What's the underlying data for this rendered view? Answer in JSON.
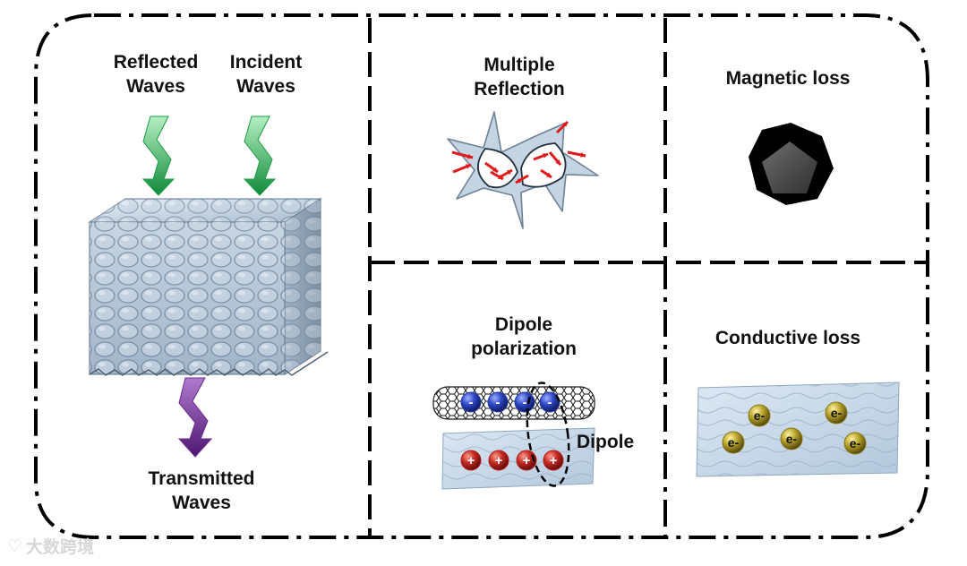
{
  "colors": {
    "border": "#000000",
    "arrow_green": "#1a9d45",
    "arrow_purple": "#6a2b8c",
    "foam": "#b4c8d8",
    "red_arrow": "#e01a1a",
    "electron": "#8a7a16",
    "dipole_neg": "#243aa8",
    "dipole_pos": "#b81e1e"
  },
  "panel_absorber": {
    "reflected_line1": "Reflected",
    "reflected_line2": "Waves",
    "incident_line1": "Incident",
    "incident_line2": "Waves",
    "transmitted_line1": "Transmitted",
    "transmitted_line2": "Waves"
  },
  "panel_multiple_reflection": {
    "title_line1": "Multiple",
    "title_line2": "Reflection"
  },
  "panel_magnetic": {
    "title": "Magnetic loss"
  },
  "panel_dipole": {
    "title_line1": "Dipole",
    "title_line2": "polarization",
    "dipole_label": "Dipole",
    "neg_sign": "-",
    "pos_sign": "+"
  },
  "panel_conductive": {
    "title": "Conductive loss",
    "electron_label": "e-"
  },
  "watermark": {
    "text": "大数跨境"
  }
}
